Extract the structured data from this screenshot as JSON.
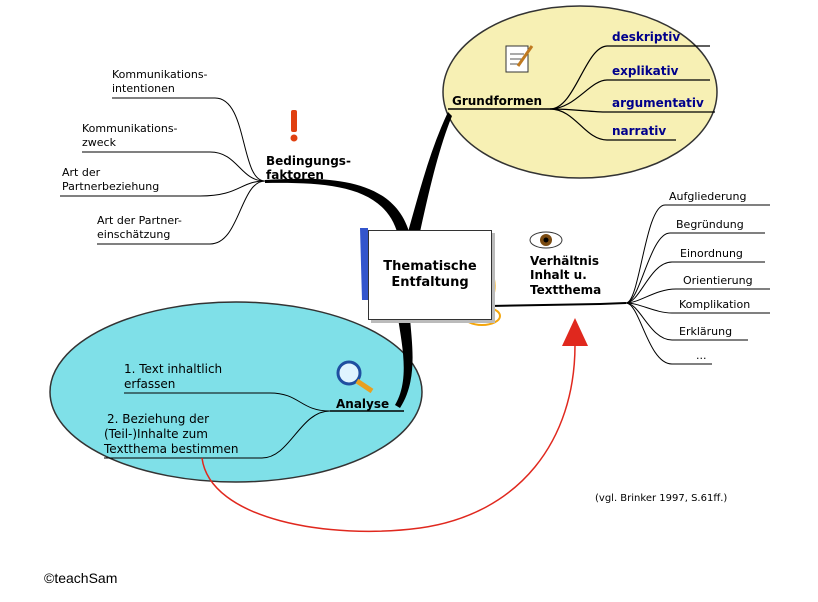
{
  "center": {
    "line1": "Thematische",
    "line2": "Entfaltung"
  },
  "grundformen": {
    "title": "Grundformen",
    "items": [
      "deskriptiv",
      "explikativ",
      "argumentativ",
      "narrativ"
    ]
  },
  "bedingungsfaktoren": {
    "title_line1": "Bedingungs-",
    "title_line2": "faktoren",
    "items": [
      {
        "line1": "Kommunikations-",
        "line2": "intentionen"
      },
      {
        "line1": "Kommunikations-",
        "line2": "zweck"
      },
      {
        "line1": "Art der",
        "line2": "Partnerbeziehung"
      },
      {
        "line1": "Art der Partner-",
        "line2": "einschätzung"
      }
    ]
  },
  "verhaeltnis": {
    "title_line1": "Verhältnis",
    "title_line2": "Inhalt u.",
    "title_line3": "Textthema",
    "items": [
      "Aufgliederung",
      "Begründung",
      "Einordnung",
      "Orientierung",
      "Komplikation",
      "Erklärung",
      "..."
    ]
  },
  "analyse": {
    "title": "Analyse",
    "item1_line1": "1. Text inhaltlich",
    "item1_line2": "erfassen",
    "item2_line1": "2. Beziehung der",
    "item2_line2": "(Teil-)Inhalte zum",
    "item2_line3": "Textthema bestimmen"
  },
  "citation": "(vgl. Brinker 1997, S.61ff.)",
  "copyright": "©teachSam",
  "colors": {
    "grundformen_bubble": "#f7f0b4",
    "analyse_bubble": "#7fe0e8",
    "arrow": "#e0281e",
    "branch": "#000000"
  }
}
